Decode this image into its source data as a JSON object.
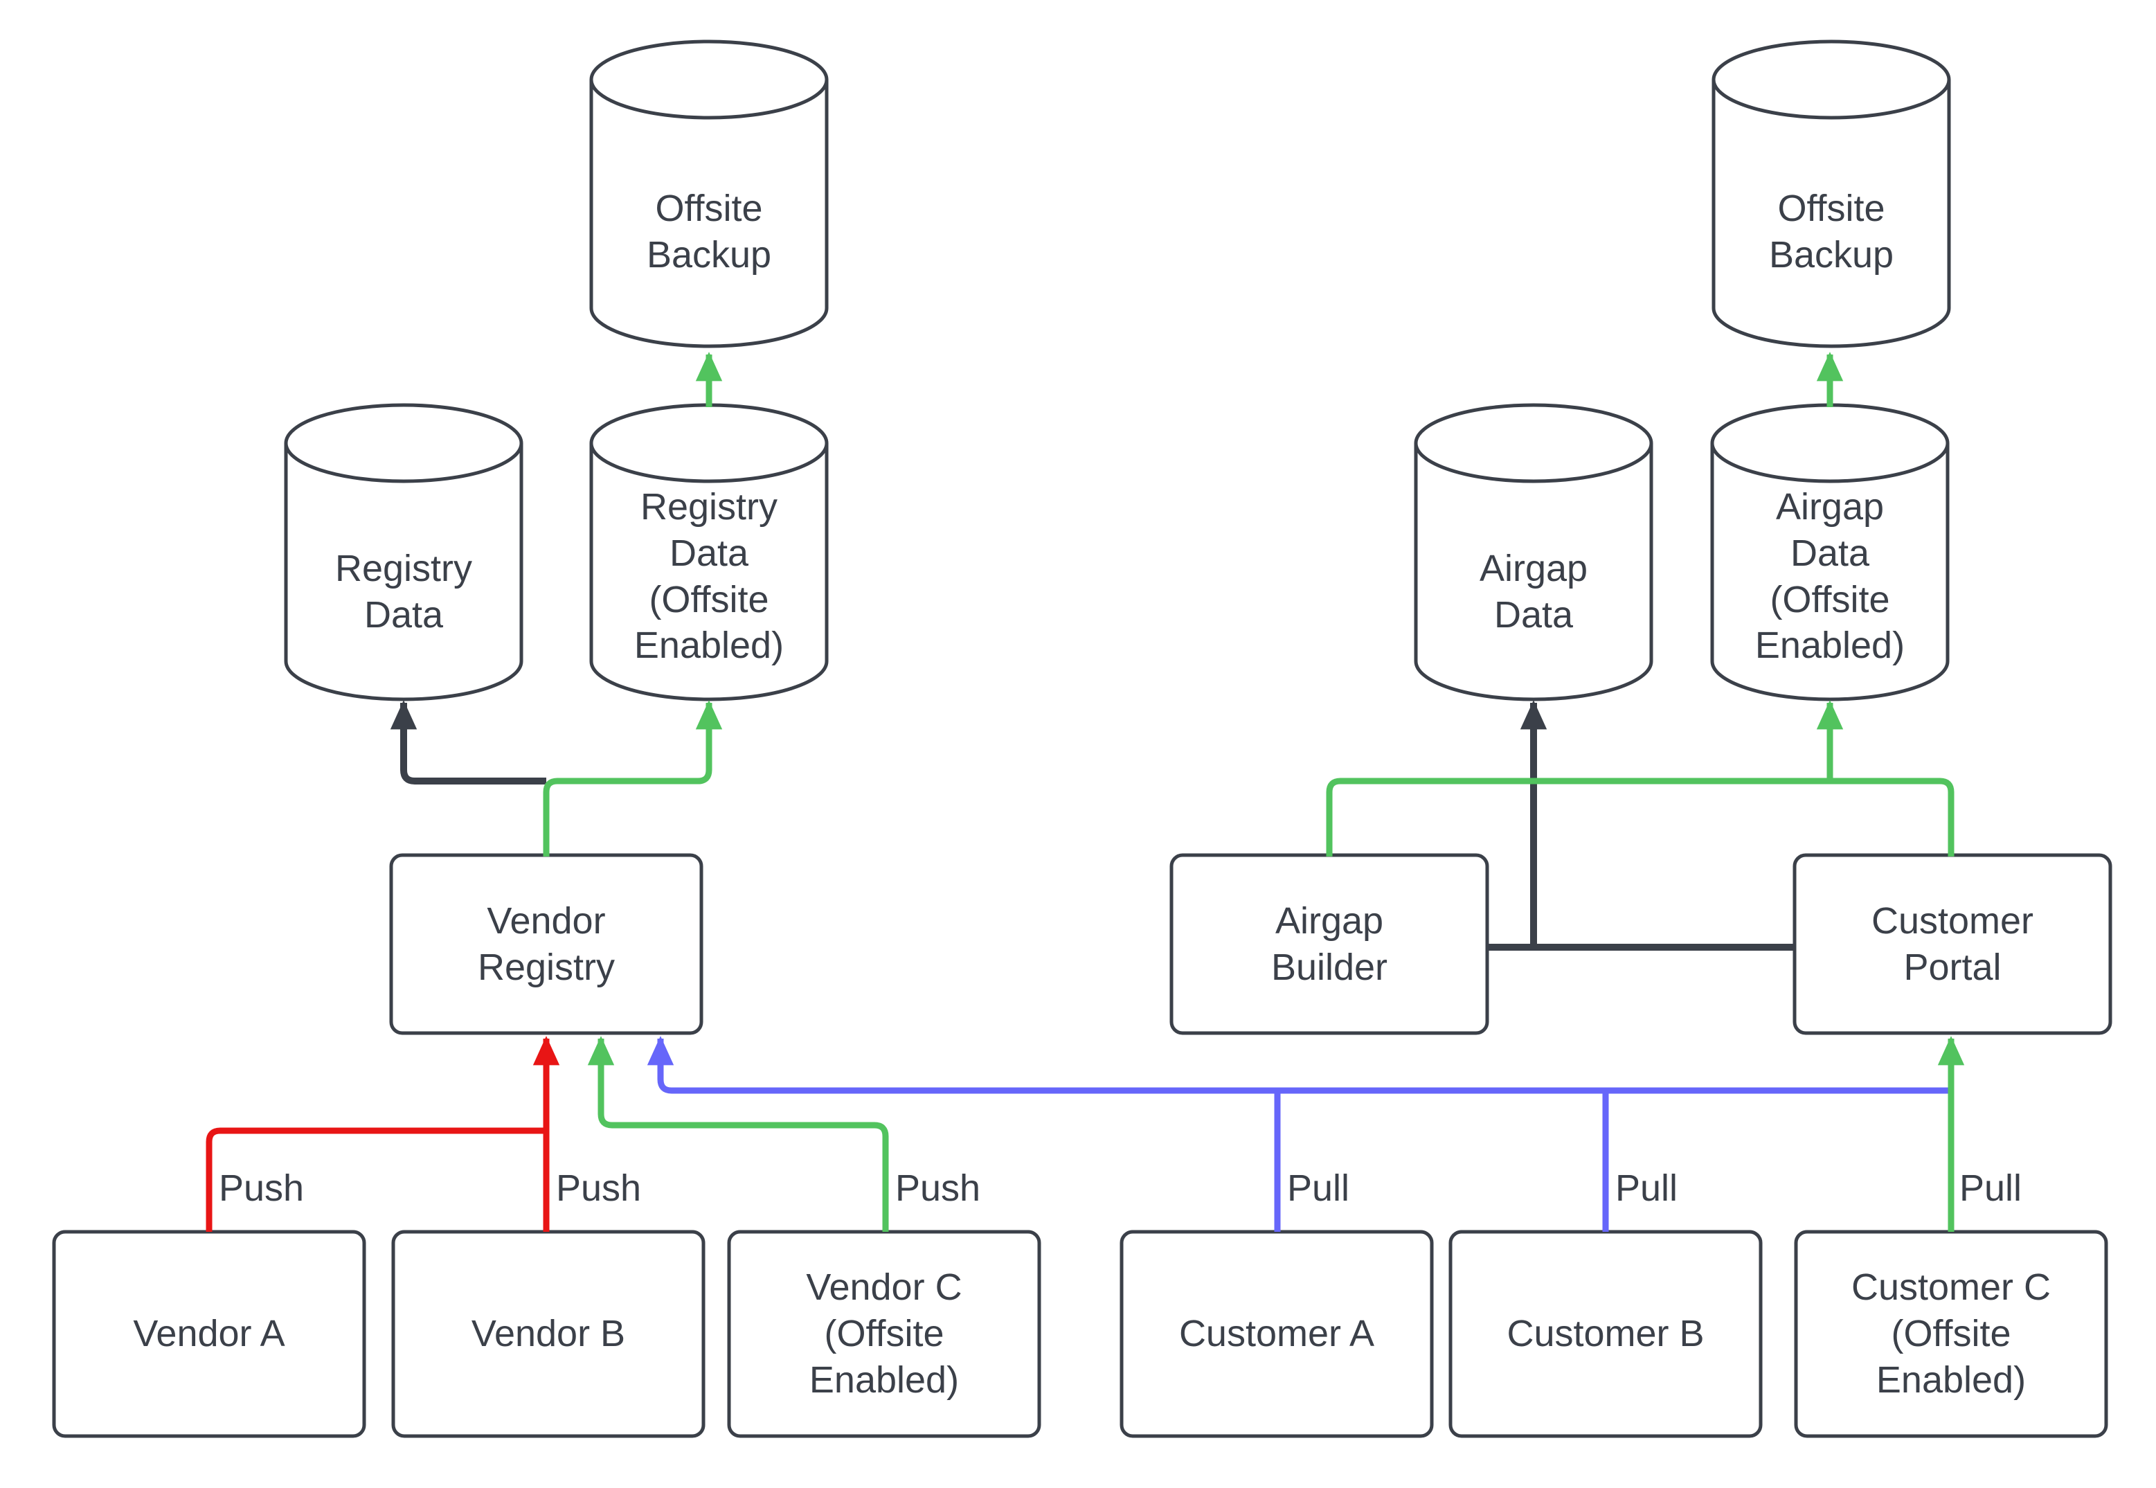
{
  "diagram": {
    "background": "#ffffff",
    "colors": {
      "outline": "#3b4049",
      "text": "#3b4049",
      "red": "#e81515",
      "green": "#52c35e",
      "blue": "#6666fa",
      "dark": "#3b4049"
    },
    "cylinders": {
      "offsite_backup_left": {
        "label": "Offsite\nBackup"
      },
      "registry_data": {
        "label": "Registry\nData"
      },
      "registry_data_offsite": {
        "label": "Registry\nData\n(Offsite\nEnabled)"
      },
      "airgap_data": {
        "label": "Airgap\nData"
      },
      "airgap_data_offsite": {
        "label": "Airgap\nData\n(Offsite\nEnabled)"
      },
      "offsite_backup_right": {
        "label": "Offsite\nBackup"
      }
    },
    "nodes": {
      "vendor_registry": {
        "label": "Vendor\nRegistry"
      },
      "airgap_builder": {
        "label": "Airgap\nBuilder"
      },
      "customer_portal": {
        "label": "Customer\nPortal"
      },
      "vendor_a": {
        "label": "Vendor A"
      },
      "vendor_b": {
        "label": "Vendor B"
      },
      "vendor_c": {
        "label": "Vendor C\n(Offsite\nEnabled)"
      },
      "customer_a": {
        "label": "Customer A"
      },
      "customer_b": {
        "label": "Customer B"
      },
      "customer_c": {
        "label": "Customer C\n(Offsite\nEnabled)"
      }
    },
    "edge_labels": {
      "push_vendor_a": "Push",
      "push_vendor_b": "Push",
      "push_vendor_c": "Push",
      "pull_customer_a": "Pull",
      "pull_customer_b": "Pull",
      "pull_customer_c": "Pull"
    }
  }
}
